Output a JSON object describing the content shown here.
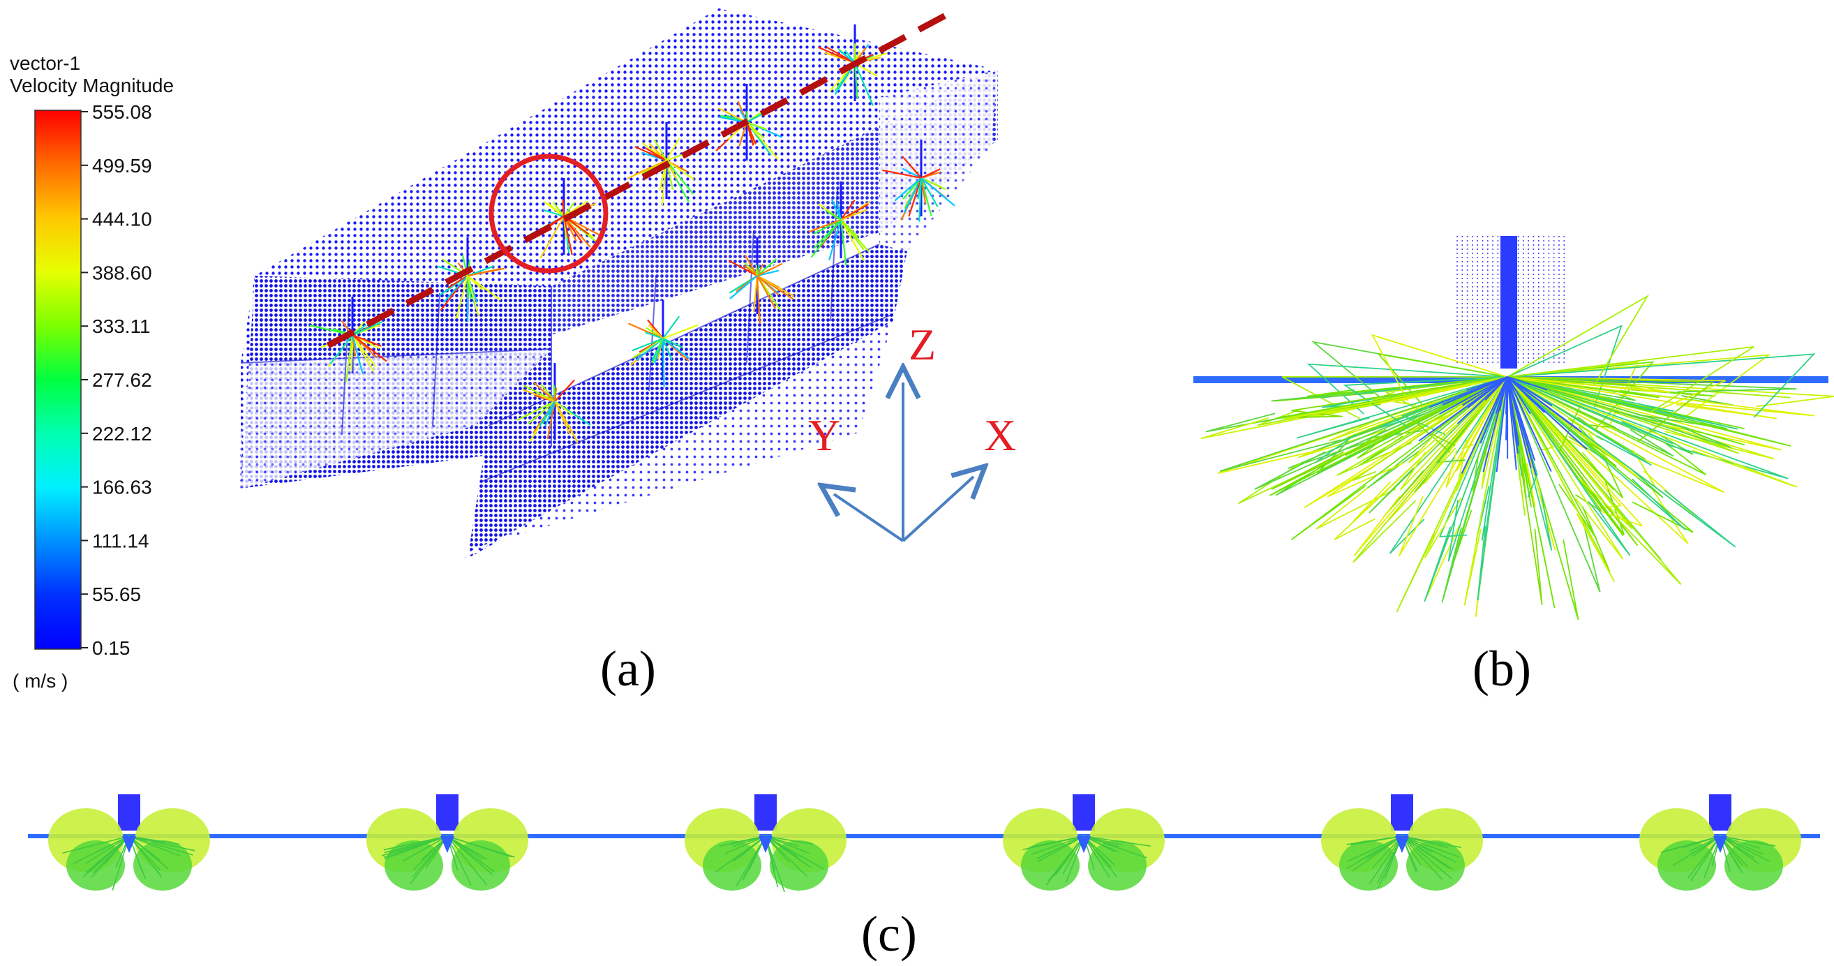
{
  "legend": {
    "title_line1": "vector-1",
    "title_line2": "Velocity Magnitude",
    "unit": "( m/s )",
    "ticks": [
      "555.08",
      "499.59",
      "444.10",
      "388.60",
      "333.11",
      "277.62",
      "222.12",
      "166.63",
      "111.14",
      "55.65",
      "0.15"
    ],
    "colors": [
      "#ff0000",
      "#ff6a00",
      "#ffc800",
      "#e6ff00",
      "#7cff00",
      "#00ff40",
      "#00ffb0",
      "#00f0ff",
      "#0090ff",
      "#0030ff",
      "#0000ff"
    ]
  },
  "panels": {
    "a": "(a)",
    "b": "(b)",
    "c": "(c)"
  },
  "axes": {
    "z": "Z",
    "y": "Y",
    "x": "X",
    "arrow_color": "#4a7fc1"
  },
  "colors": {
    "mesh": "#1a1aff",
    "highlight": "#e31e24",
    "dashed_line": "#b40e0e"
  },
  "strip": {
    "node_count": 6
  }
}
